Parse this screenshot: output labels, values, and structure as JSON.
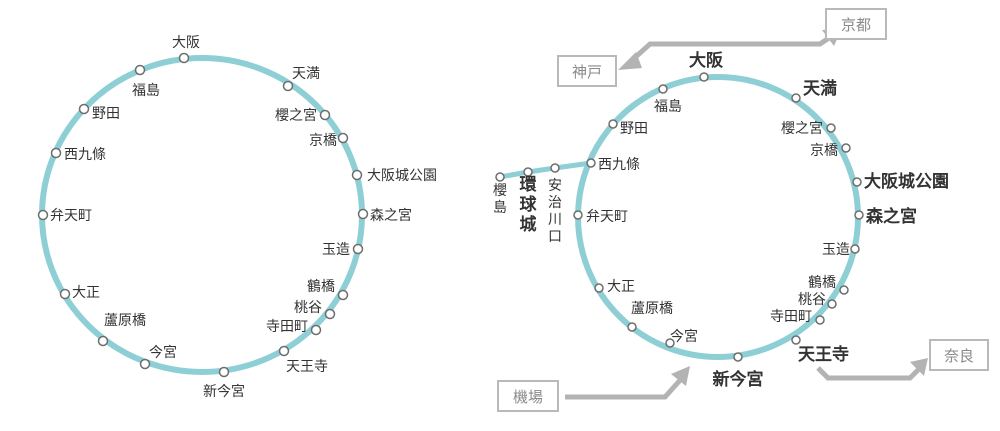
{
  "colors": {
    "line": "#8ecfd6",
    "station_fill": "#ffffff",
    "station_stroke": "#6d6d6d",
    "text": "#333333",
    "highlight": "#e8114f",
    "arrow": "#b3b3b3",
    "box_border": "#b9b9b9",
    "box_text": "#8a8a8a"
  },
  "left_map": {
    "stations": [
      {
        "label": "大阪"
      },
      {
        "label": "天満"
      },
      {
        "label": "櫻之宮"
      },
      {
        "label": "京橋"
      },
      {
        "label": "大阪城公園"
      },
      {
        "label": "森之宮"
      },
      {
        "label": "玉造"
      },
      {
        "label": "鶴橋"
      },
      {
        "label": "桃谷"
      },
      {
        "label": "寺田町"
      },
      {
        "label": "天王寺"
      },
      {
        "label": "新今宮"
      },
      {
        "label": "今宮"
      },
      {
        "label": "蘆原橋"
      },
      {
        "label": "大正"
      },
      {
        "label": "弁天町"
      },
      {
        "label": "西九條"
      },
      {
        "label": "野田"
      },
      {
        "label": "福島"
      }
    ]
  },
  "right_map": {
    "stations": [
      {
        "label": "大阪",
        "highlight": true
      },
      {
        "label": "天満",
        "highlight": true
      },
      {
        "label": "櫻之宮",
        "highlight": false
      },
      {
        "label": "京橋",
        "highlight": false
      },
      {
        "label": "大阪城公園",
        "highlight": true
      },
      {
        "label": "森之宮",
        "highlight": true
      },
      {
        "label": "玉造",
        "highlight": false
      },
      {
        "label": "鶴橋",
        "highlight": false
      },
      {
        "label": "桃谷",
        "highlight": false
      },
      {
        "label": "寺田町",
        "highlight": false
      },
      {
        "label": "天王寺",
        "highlight": true
      },
      {
        "label": "新今宮",
        "highlight": true
      },
      {
        "label": "今宮",
        "highlight": false
      },
      {
        "label": "蘆原橋",
        "highlight": false
      },
      {
        "label": "大正",
        "highlight": false
      },
      {
        "label": "弁天町",
        "highlight": false
      },
      {
        "label": "西九條",
        "highlight": false
      },
      {
        "label": "野田",
        "highlight": false
      },
      {
        "label": "福島",
        "highlight": false
      }
    ],
    "branch": [
      {
        "label": "安治川口",
        "highlight": false
      },
      {
        "label": "環球城",
        "highlight": true
      },
      {
        "label": "櫻島",
        "highlight": false
      }
    ],
    "destinations": {
      "kyoto": "京都",
      "kobe": "神戸",
      "nara": "奈良",
      "airport": "機場"
    }
  }
}
